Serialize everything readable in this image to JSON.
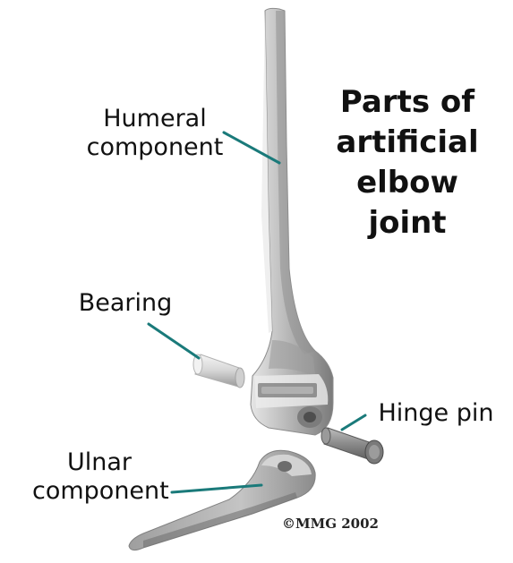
{
  "title": {
    "line1": "Parts of",
    "line2": "artificial",
    "line3": "elbow",
    "line4": "joint"
  },
  "labels": {
    "humeral_line1": "Humeral",
    "humeral_line2": "component",
    "bearing": "Bearing",
    "hinge_pin": "Hinge pin",
    "ulnar_line1": "Ulnar",
    "ulnar_line2": "component"
  },
  "copyright": "©MMG 2002",
  "colors": {
    "leader_line": "#1a7a7a",
    "metal_light": "#d9d9d9",
    "metal_mid": "#a6a6a6",
    "metal_dark": "#6e6e6e",
    "text": "#111111"
  }
}
